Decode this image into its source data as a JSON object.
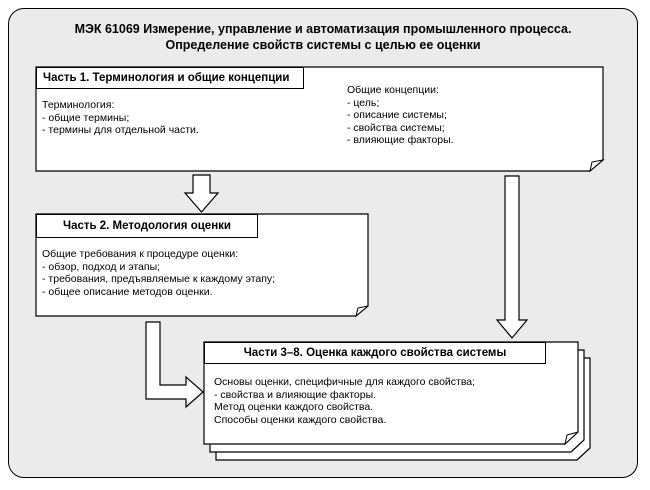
{
  "title": {
    "line1": "МЭК 61069 Измерение, управление и автоматизация промышленного процесса.",
    "line2": "Определение свойств системы с целью ее оценки"
  },
  "part1": {
    "header": "Часть 1. Терминология и общие концепции",
    "left_lines": [
      "Терминология:",
      "- общие термины;",
      "- термины для отдельной части."
    ],
    "right_lines": [
      "Общие концепции:",
      "- цель;",
      "- описание системы;",
      "- свойства системы;",
      "- влияющие факторы."
    ]
  },
  "part2": {
    "header": "Часть 2. Методология оценки",
    "lines": [
      "Общие требования к процедуре оценки:",
      "- обзор, подход и этапы;",
      "- требования, предъявляемые к каждому этапу;",
      "- общее описание методов оценки."
    ]
  },
  "part3": {
    "header": "Части 3–8. Оценка каждого свойства системы",
    "lines": [
      "Основы оценки, специфичные для каждого свойства;",
      "- свойства и влияющие факторы.",
      "Метод оценки каждого свойства.",
      "Способы оценки каждого свойства."
    ]
  }
}
